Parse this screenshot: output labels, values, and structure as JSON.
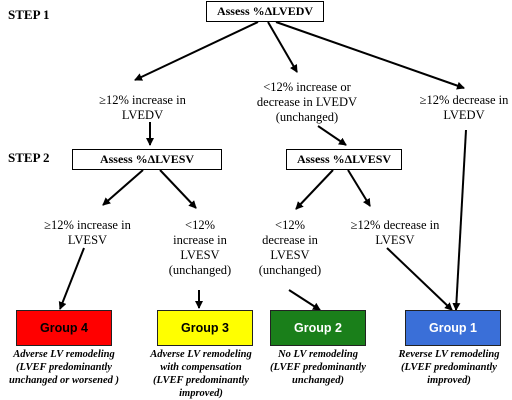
{
  "steps": {
    "step1": "STEP 1",
    "step2": "STEP 2"
  },
  "boxes": {
    "top": "Assess %ΔLVEDV",
    "left": "Assess %ΔLVESV",
    "mid": "Assess %ΔLVESV"
  },
  "level1": {
    "a": "≥12% increase in\nLVEDV",
    "b": "<12% increase or\ndecrease in LVEDV\n(unchanged)",
    "c": "≥12% decrease in\nLVEDV"
  },
  "level2": {
    "a": "≥12% increase in\nLVESV",
    "b": "<12%\nincrease in\nLVESV\n(unchanged)",
    "c": "<12%\ndecrease in\nLVESV\n(unchanged)",
    "d": "≥12% decrease in\nLVESV"
  },
  "groups": [
    {
      "label": "Group 4",
      "color": "#ff0000",
      "text_color": "#000000",
      "title": "Adverse LV remodeling",
      "sub": "(LVEF predominantly\nunchanged or worsened )"
    },
    {
      "label": "Group 3",
      "color": "#ffff00",
      "text_color": "#000000",
      "title": "Adverse LV remodeling\nwith compensation",
      "sub": "(LVEF predominantly\nimproved)"
    },
    {
      "label": "Group 2",
      "color": "#1a7f1a",
      "text_color": "#ffffff",
      "title": "No LV remodeling",
      "sub": "(LVEF predominantly\nunchanged)"
    },
    {
      "label": "Group 1",
      "color": "#3a6fd8",
      "text_color": "#ffffff",
      "title": "Reverse LV remodeling",
      "sub": "(LVEF predominantly\nimproved)"
    }
  ]
}
